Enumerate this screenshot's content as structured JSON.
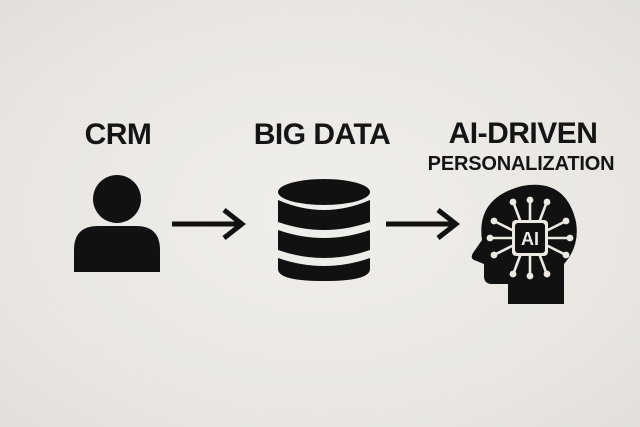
{
  "stages": [
    {
      "title": "CRM",
      "icon": "user-icon"
    },
    {
      "title": "BIG DATA",
      "icon": "database-icon"
    },
    {
      "title": "AI-DRIVEN",
      "subtitle": "PERSONALIZATION",
      "icon": "ai-head-icon"
    }
  ],
  "connectors": [
    "arrow-right-icon",
    "arrow-right-icon"
  ],
  "head_badge": "AI",
  "colors": {
    "background": "#ece9e5",
    "ink": "#111111"
  }
}
